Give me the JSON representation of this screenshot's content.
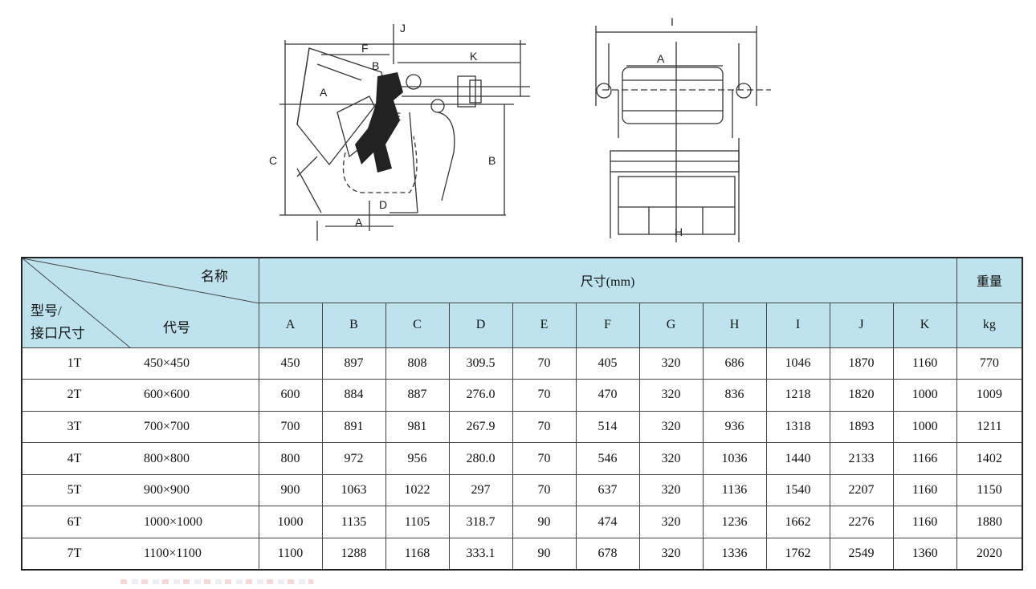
{
  "drawing_labels": {
    "side": [
      "J",
      "F",
      "B",
      "K",
      "A",
      "C",
      "B",
      "A",
      "D",
      "E"
    ],
    "front": [
      "I",
      "A",
      "H"
    ]
  },
  "table": {
    "corner": {
      "name_label": "名称",
      "code_label": "代号",
      "model_label_line1": "型号/",
      "model_label_line2": "接口尺寸"
    },
    "group_header": "尺寸(mm)",
    "weight_header": "重量",
    "weight_unit": "kg",
    "columns": [
      "A",
      "B",
      "C",
      "D",
      "E",
      "F",
      "G",
      "H",
      "I",
      "J",
      "K"
    ],
    "rows": [
      {
        "model": "1T",
        "code": "450×450",
        "values": [
          "450",
          "897",
          "808",
          "309.5",
          "70",
          "405",
          "320",
          "686",
          "1046",
          "1870",
          "1160"
        ],
        "weight": "770"
      },
      {
        "model": "2T",
        "code": "600×600",
        "values": [
          "600",
          "884",
          "887",
          "276.0",
          "70",
          "470",
          "320",
          "836",
          "1218",
          "1820",
          "1000"
        ],
        "weight": "1009"
      },
      {
        "model": "3T",
        "code": "700×700",
        "values": [
          "700",
          "891",
          "981",
          "267.9",
          "70",
          "514",
          "320",
          "936",
          "1318",
          "1893",
          "1000"
        ],
        "weight": "1211"
      },
      {
        "model": "4T",
        "code": "800×800",
        "values": [
          "800",
          "972",
          "956",
          "280.0",
          "70",
          "546",
          "320",
          "1036",
          "1440",
          "2133",
          "1166"
        ],
        "weight": "1402"
      },
      {
        "model": "5T",
        "code": "900×900",
        "values": [
          "900",
          "1063",
          "1022",
          "297",
          "70",
          "637",
          "320",
          "1136",
          "1540",
          "2207",
          "1160"
        ],
        "weight": "1150"
      },
      {
        "model": "6T",
        "code": "1000×1000",
        "values": [
          "1000",
          "1135",
          "1105",
          "318.7",
          "90",
          "474",
          "320",
          "1236",
          "1662",
          "2276",
          "1160"
        ],
        "weight": "1880"
      },
      {
        "model": "7T",
        "code": "1100×1100",
        "values": [
          "1100",
          "1288",
          "1168",
          "333.1",
          "90",
          "678",
          "320",
          "1336",
          "1762",
          "2549",
          "1360"
        ],
        "weight": "2020"
      }
    ]
  }
}
